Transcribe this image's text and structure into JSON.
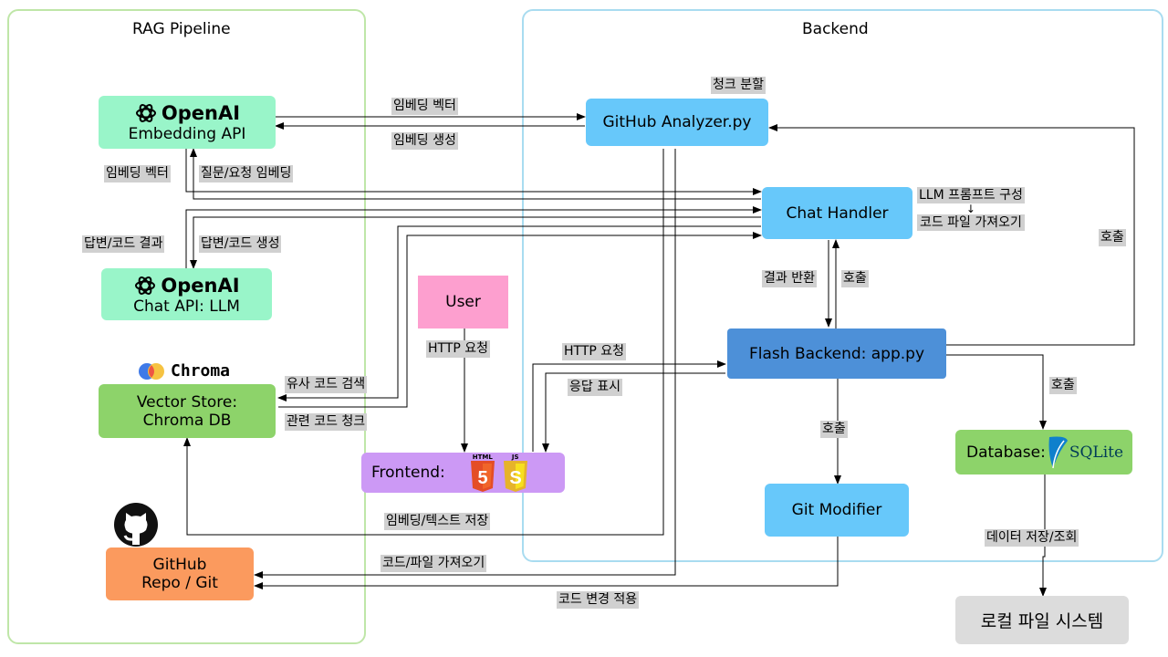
{
  "groups": {
    "rag": {
      "title": "RAG Pipeline"
    },
    "backend": {
      "title": "Backend"
    }
  },
  "nodes": {
    "embedding_api": {
      "brand": "OpenAI",
      "label": "Embedding API"
    },
    "chat_api": {
      "brand": "OpenAI",
      "label": "Chat API: LLM"
    },
    "vector_store": {
      "logo": "Chroma",
      "line1": "Vector Store:",
      "line2": "Chroma DB"
    },
    "github_repo": {
      "line1": "GitHub",
      "line2": "Repo / Git"
    },
    "user": {
      "label": "User"
    },
    "frontend": {
      "label": "Frontend:",
      "html_badge": "HTML",
      "js_badge": "JS"
    },
    "github_analyzer": {
      "label": "GitHub Analyzer.py"
    },
    "chat_handler": {
      "label": "Chat Handler"
    },
    "flash_backend": {
      "label": "Flash Backend: app.py"
    },
    "git_modifier": {
      "label": "Git Modifier"
    },
    "database": {
      "label": "Database:",
      "logo": "SQLite"
    },
    "local_fs": {
      "label": "로컬 파일 시스템"
    }
  },
  "edge_labels": {
    "chunk_split": "청크 분할",
    "embedding_vector_top": "임베딩 벡터",
    "embedding_create": "임베딩 생성",
    "embedding_vector_left": "임베딩 벡터",
    "question_embedding": "질문/요청 임베딩",
    "answer_result": "답변/코드 결과",
    "answer_generate": "답변/코드 생성",
    "llm_prompt": "LLM 프롬프트 구성",
    "down_arrow": "↓",
    "code_file_fetch": "코드 파일 가져오기",
    "call_right": "호출",
    "result_return": "결과 반환",
    "call_up": "호출",
    "http_request_user": "HTTP 요청",
    "http_request_fe": "HTTP 요청",
    "response_display": "응답 표시",
    "similar_code_search": "유사 코드 검색",
    "related_code_chunk": "관련 코드 청크",
    "call_git": "호출",
    "call_db": "호출",
    "embedding_text_store": "임베딩/텍스트 저장",
    "code_file_fetch_bottom": "코드/파일 가져오기",
    "code_change_apply": "코드 변경 적용",
    "data_store_query": "데이터 저장/조회"
  },
  "colors": {
    "openai_box": "#99f5c9",
    "green_box": "#8dd36a",
    "github_box": "#fb9a5e",
    "user_box": "#fd9fcf",
    "frontend_box": "#cc99f5",
    "blue_box": "#67c8fa",
    "flash_box": "#4d90d8",
    "local_box": "#dcdcdc",
    "rag_border": "#bfe6a8",
    "backend_border": "#a9dcf0"
  }
}
